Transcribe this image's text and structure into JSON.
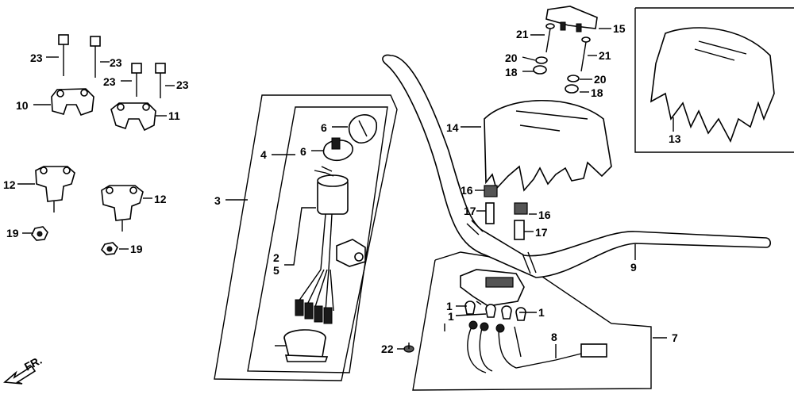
{
  "labels": {
    "l1": "1",
    "l2": "2",
    "l3": "3",
    "l4": "4",
    "l5": "5",
    "l6": "6",
    "l7": "7",
    "l8": "8",
    "l9": "9",
    "l10": "10",
    "l11": "11",
    "l12": "12",
    "l13": "13",
    "l14": "14",
    "l15": "15",
    "l16": "16",
    "l17": "17",
    "l18": "18",
    "l19": "19",
    "l20": "20",
    "l21": "21",
    "l22": "22",
    "l23": "23"
  },
  "direction_label": "FR."
}
